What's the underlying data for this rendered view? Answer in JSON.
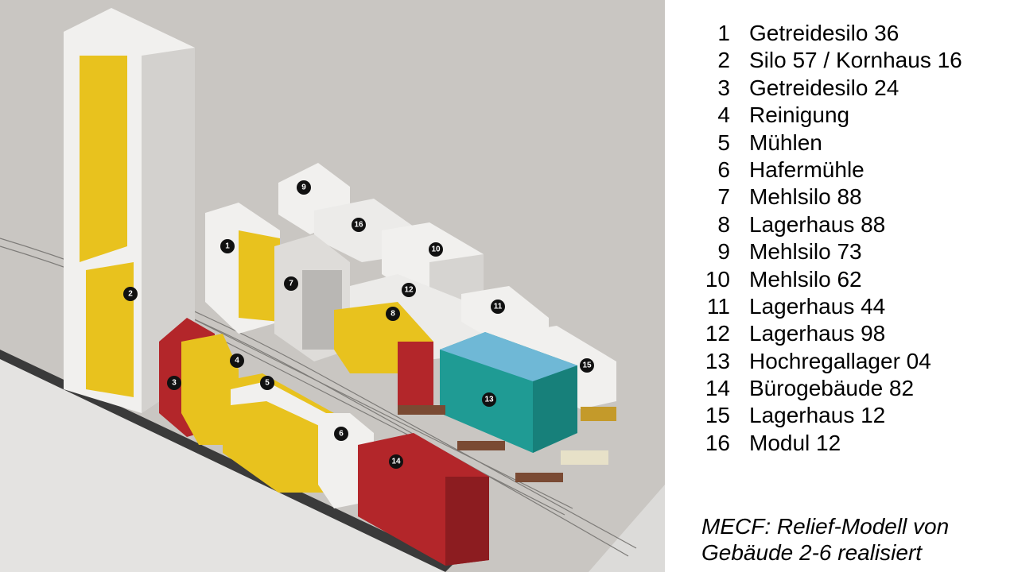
{
  "legend": {
    "items": [
      {
        "number": "1",
        "label": "Getreidesilo 36"
      },
      {
        "number": "2",
        "label": "Silo 57 / Kornhaus 16"
      },
      {
        "number": "3",
        "label": "Getreidesilo 24"
      },
      {
        "number": "4",
        "label": "Reinigung"
      },
      {
        "number": "5",
        "label": "Mühlen"
      },
      {
        "number": "6",
        "label": "Hafermühle"
      },
      {
        "number": "7",
        "label": "Mehlsilo 88"
      },
      {
        "number": "8",
        "label": "Lagerhaus 88"
      },
      {
        "number": "9",
        "label": "Mehlsilo 73"
      },
      {
        "number": "10",
        "label": "Mehlsilo 62"
      },
      {
        "number": "11",
        "label": "Lagerhaus 44"
      },
      {
        "number": "12",
        "label": "Lagerhaus 98"
      },
      {
        "number": "13",
        "label": "Hochregallager 04"
      },
      {
        "number": "14",
        "label": "Bürogebäude 82"
      },
      {
        "number": "15",
        "label": "Lagerhaus 12"
      },
      {
        "number": "16",
        "label": "Modul 12"
      }
    ]
  },
  "caption": {
    "line1": "MECF: Relief-Modell von",
    "line2": "Gebäude 2-6 realisiert"
  },
  "markers": [
    "1",
    "2",
    "3",
    "4",
    "5",
    "6",
    "7",
    "8",
    "9",
    "10",
    "11",
    "12",
    "13",
    "14",
    "15",
    "16"
  ],
  "colors": {
    "background": "#c9c6c2",
    "building_white": "#f1f0ee",
    "building_shadow": "#d3d1ce",
    "yellow": "#e8c21e",
    "red": "#b3262a",
    "teal": "#1f9b94",
    "ground_light": "#e2e1df"
  }
}
